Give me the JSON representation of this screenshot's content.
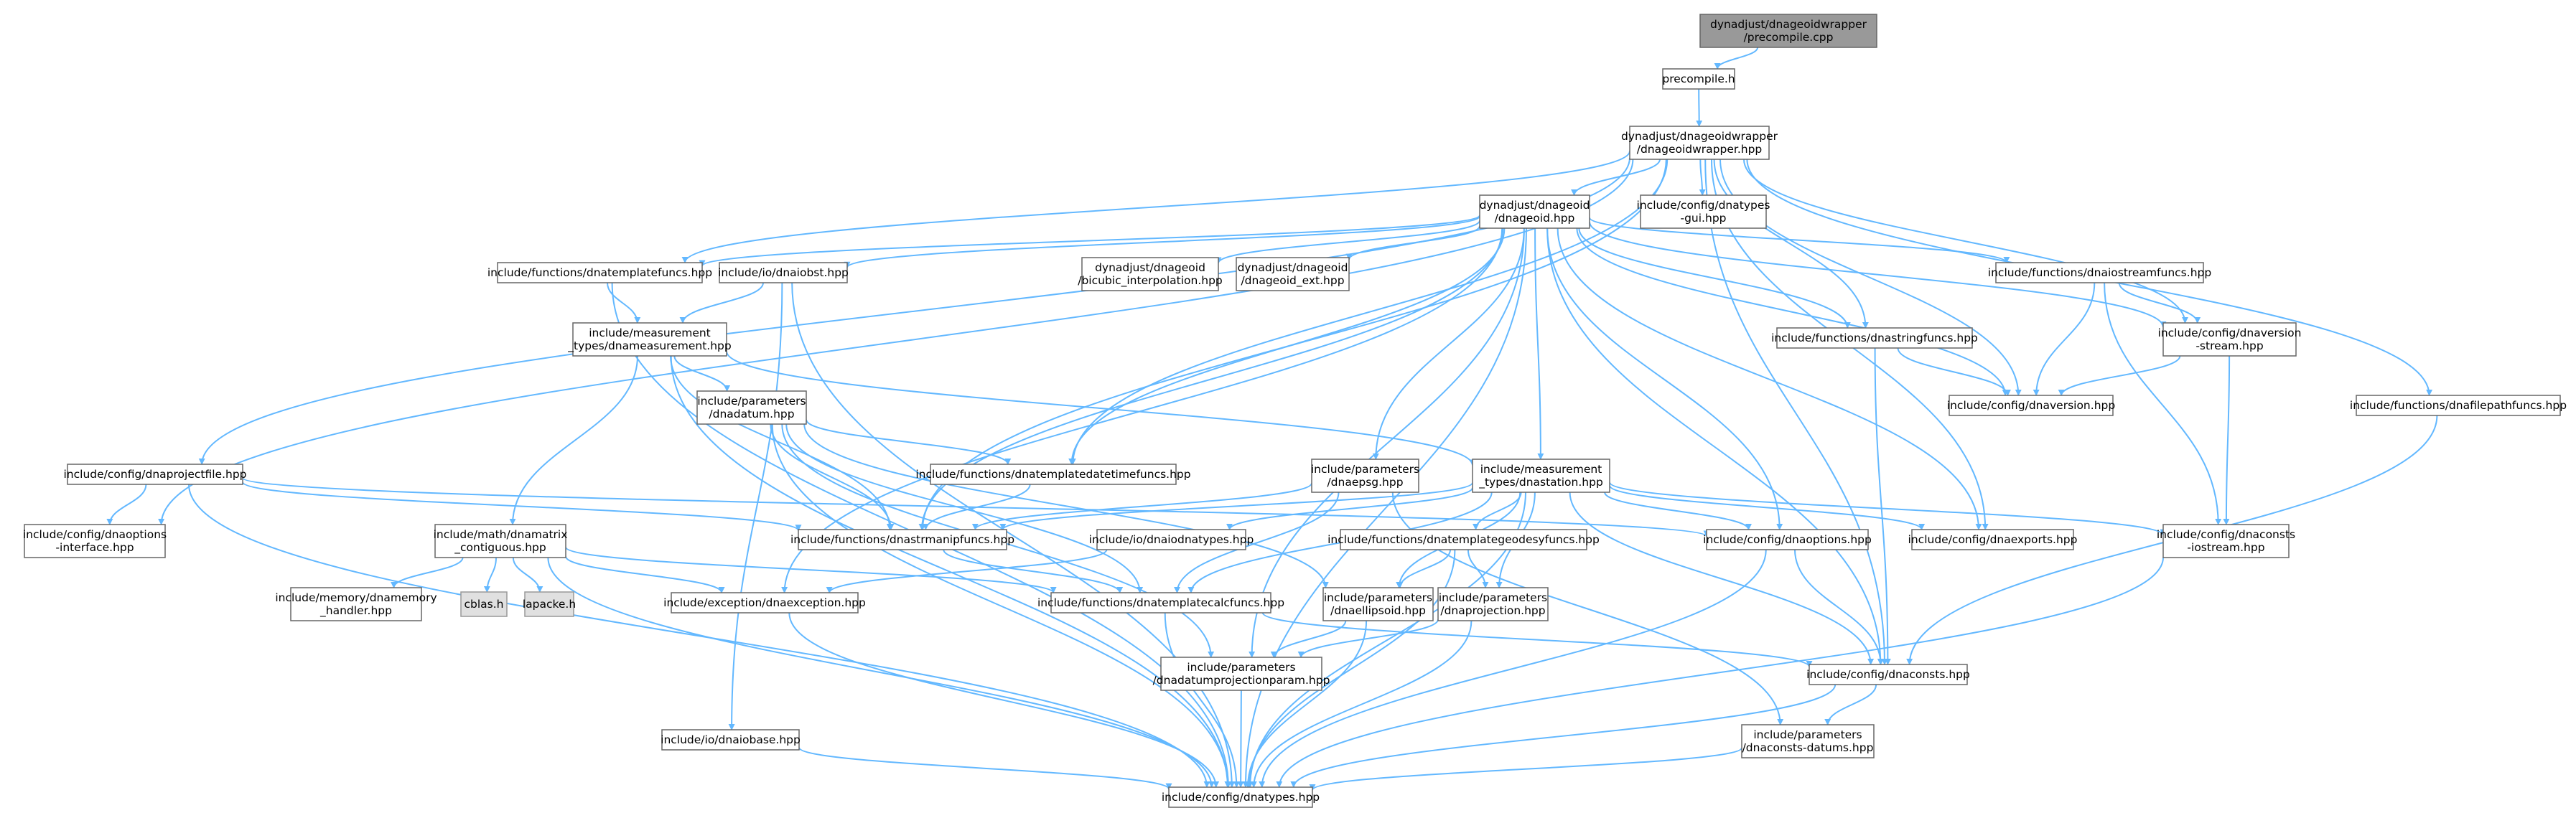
{
  "diagram": {
    "nodes": [
      {
        "id": "root",
        "lines": [
          "dynadjust/dnageoidwrapper",
          "/precompile.cpp"
        ],
        "style": "root"
      },
      {
        "id": "precompile_h",
        "lines": [
          "precompile.h"
        ]
      },
      {
        "id": "wrapper_hpp",
        "lines": [
          "dynadjust/dnageoidwrapper",
          "/dnageoidwrapper.hpp"
        ]
      },
      {
        "id": "dnageoid_hpp",
        "lines": [
          "dynadjust/dnageoid",
          "/dnageoid.hpp"
        ]
      },
      {
        "id": "dnatypes_gui",
        "lines": [
          "include/config/dnatypes",
          "-gui.hpp"
        ]
      },
      {
        "id": "templatefuncs",
        "lines": [
          "include/functions/dnatemplatefuncs.hpp"
        ]
      },
      {
        "id": "dnaiobst",
        "lines": [
          "include/io/dnaiobst.hpp"
        ]
      },
      {
        "id": "bicubic",
        "lines": [
          "dynadjust/dnageoid",
          "/bicubic_interpolation.hpp"
        ]
      },
      {
        "id": "geoid_ext",
        "lines": [
          "dynadjust/dnageoid",
          "/dnageoid_ext.hpp"
        ]
      },
      {
        "id": "iostreamfuncs",
        "lines": [
          "include/functions/dnaiostreamfuncs.hpp"
        ]
      },
      {
        "id": "dnameasurement",
        "lines": [
          "include/measurement",
          "_types/dnameasurement.hpp"
        ]
      },
      {
        "id": "stringfuncs",
        "lines": [
          "include/functions/dnastringfuncs.hpp"
        ]
      },
      {
        "id": "dnaversion_stream",
        "lines": [
          "include/config/dnaversion",
          "-stream.hpp"
        ]
      },
      {
        "id": "dnaversion",
        "lines": [
          "include/config/dnaversion.hpp"
        ]
      },
      {
        "id": "filepathfuncs",
        "lines": [
          "include/functions/dnafilepathfuncs.hpp"
        ]
      },
      {
        "id": "dnadatum",
        "lines": [
          "include/parameters",
          "/dnadatum.hpp"
        ]
      },
      {
        "id": "projectfile",
        "lines": [
          "include/config/dnaprojectfile.hpp"
        ]
      },
      {
        "id": "datetimefuncs",
        "lines": [
          "include/functions/dnatemplatedatetimefuncs.hpp"
        ]
      },
      {
        "id": "dnaepsg",
        "lines": [
          "include/parameters",
          "/dnaepsg.hpp"
        ]
      },
      {
        "id": "dnastation",
        "lines": [
          "include/measurement",
          "_types/dnastation.hpp"
        ]
      },
      {
        "id": "options_iface",
        "lines": [
          "include/config/dnaoptions",
          "-interface.hpp"
        ]
      },
      {
        "id": "dnamatrix",
        "lines": [
          "include/math/dnamatrix",
          "_contiguous.hpp"
        ]
      },
      {
        "id": "strmanip",
        "lines": [
          "include/functions/dnastrmanipfuncs.hpp"
        ]
      },
      {
        "id": "dnaiodnatypes",
        "lines": [
          "include/io/dnaiodnatypes.hpp"
        ]
      },
      {
        "id": "geodesyfuncs",
        "lines": [
          "include/functions/dnatemplategeodesyfuncs.hpp"
        ]
      },
      {
        "id": "dnaoptions",
        "lines": [
          "include/config/dnaoptions.hpp"
        ]
      },
      {
        "id": "dnaexports",
        "lines": [
          "include/config/dnaexports.hpp"
        ]
      },
      {
        "id": "consts_iostream",
        "lines": [
          "include/config/dnaconsts",
          "-iostream.hpp"
        ]
      },
      {
        "id": "dnamemory",
        "lines": [
          "include/memory/dnamemory",
          "_handler.hpp"
        ]
      },
      {
        "id": "cblas",
        "lines": [
          "cblas.h"
        ],
        "style": "sys"
      },
      {
        "id": "lapacke",
        "lines": [
          "lapacke.h"
        ],
        "style": "sys"
      },
      {
        "id": "dnaexception",
        "lines": [
          "include/exception/dnaexception.hpp"
        ]
      },
      {
        "id": "calcfuncs",
        "lines": [
          "include/functions/dnatemplatecalcfuncs.hpp"
        ]
      },
      {
        "id": "ellipsoid",
        "lines": [
          "include/parameters",
          "/dnaellipsoid.hpp"
        ]
      },
      {
        "id": "projection",
        "lines": [
          "include/parameters",
          "/dnaprojection.hpp"
        ]
      },
      {
        "id": "dnaconsts",
        "lines": [
          "include/config/dnaconsts.hpp"
        ]
      },
      {
        "id": "datumproj",
        "lines": [
          "include/parameters",
          "/dnadatumprojectionparam.hpp"
        ]
      },
      {
        "id": "consts_datums",
        "lines": [
          "include/parameters",
          "/dnaconsts-datums.hpp"
        ]
      },
      {
        "id": "dnaiobase",
        "lines": [
          "include/io/dnaiobase.hpp"
        ]
      },
      {
        "id": "dnatypes",
        "lines": [
          "include/config/dnatypes.hpp"
        ]
      }
    ],
    "edges": [
      [
        "root",
        "precompile_h"
      ],
      [
        "precompile_h",
        "wrapper_hpp"
      ],
      [
        "wrapper_hpp",
        "dnageoid_hpp"
      ],
      [
        "wrapper_hpp",
        "dnatypes_gui"
      ],
      [
        "wrapper_hpp",
        "templatefuncs"
      ],
      [
        "wrapper_hpp",
        "stringfuncs"
      ],
      [
        "wrapper_hpp",
        "dnaversion_stream"
      ],
      [
        "wrapper_hpp",
        "dnaversion"
      ],
      [
        "wrapper_hpp",
        "filepathfuncs"
      ],
      [
        "wrapper_hpp",
        "projectfile"
      ],
      [
        "wrapper_hpp",
        "options_iface"
      ],
      [
        "wrapper_hpp",
        "strmanip"
      ],
      [
        "wrapper_hpp",
        "datetimefuncs"
      ],
      [
        "wrapper_hpp",
        "dnaexports"
      ],
      [
        "wrapper_hpp",
        "dnaconsts"
      ],
      [
        "dnageoid_hpp",
        "templatefuncs"
      ],
      [
        "dnageoid_hpp",
        "dnaiobst"
      ],
      [
        "dnageoid_hpp",
        "bicubic"
      ],
      [
        "dnageoid_hpp",
        "geoid_ext"
      ],
      [
        "dnageoid_hpp",
        "iostreamfuncs"
      ],
      [
        "dnageoid_hpp",
        "stringfuncs"
      ],
      [
        "dnageoid_hpp",
        "dnaversion_stream"
      ],
      [
        "dnageoid_hpp",
        "dnaversion"
      ],
      [
        "dnageoid_hpp",
        "datetimefuncs"
      ],
      [
        "dnageoid_hpp",
        "dnaepsg"
      ],
      [
        "dnageoid_hpp",
        "dnastation"
      ],
      [
        "dnageoid_hpp",
        "strmanip"
      ],
      [
        "dnageoid_hpp",
        "dnaoptions"
      ],
      [
        "dnageoid_hpp",
        "dnaexports"
      ],
      [
        "dnageoid_hpp",
        "dnaexception"
      ],
      [
        "dnageoid_hpp",
        "dnaconsts"
      ],
      [
        "dnageoid_hpp",
        "datumproj"
      ],
      [
        "dnageoid_hpp",
        "dnatypes"
      ],
      [
        "templatefuncs",
        "dnameasurement"
      ],
      [
        "templatefuncs",
        "dnatypes"
      ],
      [
        "dnaiobst",
        "dnameasurement"
      ],
      [
        "dnaiobst",
        "dnaiobase"
      ],
      [
        "dnaiobst",
        "dnatypes"
      ],
      [
        "iostreamfuncs",
        "dnaversion_stream"
      ],
      [
        "iostreamfuncs",
        "dnaversion"
      ],
      [
        "iostreamfuncs",
        "consts_iostream"
      ],
      [
        "stringfuncs",
        "dnaversion"
      ],
      [
        "stringfuncs",
        "dnaconsts"
      ],
      [
        "dnaversion_stream",
        "dnaversion"
      ],
      [
        "dnaversion_stream",
        "consts_iostream"
      ],
      [
        "filepathfuncs",
        "dnaconsts"
      ],
      [
        "dnameasurement",
        "dnadatum"
      ],
      [
        "dnameasurement",
        "dnastation"
      ],
      [
        "dnameasurement",
        "dnamatrix"
      ],
      [
        "dnameasurement",
        "strmanip"
      ],
      [
        "dnameasurement",
        "dnatypes"
      ],
      [
        "dnadatum",
        "datetimefuncs"
      ],
      [
        "dnadatum",
        "strmanip"
      ],
      [
        "dnadatum",
        "ellipsoid"
      ],
      [
        "dnadatum",
        "datumproj"
      ],
      [
        "dnadatum",
        "calcfuncs"
      ],
      [
        "dnadatum",
        "dnatypes"
      ],
      [
        "projectfile",
        "options_iface"
      ],
      [
        "projectfile",
        "strmanip"
      ],
      [
        "projectfile",
        "dnaoptions"
      ],
      [
        "projectfile",
        "dnatypes"
      ],
      [
        "datetimefuncs",
        "strmanip"
      ],
      [
        "dnaepsg",
        "strmanip"
      ],
      [
        "dnaepsg",
        "consts_datums"
      ],
      [
        "dnaepsg",
        "calcfuncs"
      ],
      [
        "dnastation",
        "strmanip"
      ],
      [
        "dnastation",
        "dnaiodnatypes"
      ],
      [
        "dnastation",
        "geodesyfuncs"
      ],
      [
        "dnastation",
        "dnaoptions"
      ],
      [
        "dnastation",
        "dnaexports"
      ],
      [
        "dnastation",
        "consts_iostream"
      ],
      [
        "dnastation",
        "calcfuncs"
      ],
      [
        "dnastation",
        "ellipsoid"
      ],
      [
        "dnastation",
        "projection"
      ],
      [
        "dnastation",
        "dnaconsts"
      ],
      [
        "dnastation",
        "dnatypes"
      ],
      [
        "dnamatrix",
        "dnamemory"
      ],
      [
        "dnamatrix",
        "cblas"
      ],
      [
        "dnamatrix",
        "lapacke"
      ],
      [
        "dnamatrix",
        "dnaexception"
      ],
      [
        "dnamatrix",
        "calcfuncs"
      ],
      [
        "dnamatrix",
        "dnatypes"
      ],
      [
        "strmanip",
        "calcfuncs"
      ],
      [
        "dnaiodnatypes",
        "dnaexception"
      ],
      [
        "geodesyfuncs",
        "ellipsoid"
      ],
      [
        "geodesyfuncs",
        "projection"
      ],
      [
        "geodesyfuncs",
        "dnatypes"
      ],
      [
        "dnaoptions",
        "dnaconsts"
      ],
      [
        "dnaoptions",
        "dnatypes"
      ],
      [
        "consts_iostream",
        "dnatypes"
      ],
      [
        "dnaexception",
        "dnatypes"
      ],
      [
        "calcfuncs",
        "dnaconsts"
      ],
      [
        "calcfuncs",
        "dnatypes"
      ],
      [
        "ellipsoid",
        "datumproj"
      ],
      [
        "ellipsoid",
        "dnatypes"
      ],
      [
        "projection",
        "datumproj"
      ],
      [
        "projection",
        "dnatypes"
      ],
      [
        "dnaconsts",
        "consts_datums"
      ],
      [
        "dnaconsts",
        "dnatypes"
      ],
      [
        "datumproj",
        "dnatypes"
      ],
      [
        "consts_datums",
        "dnatypes"
      ],
      [
        "dnaiobase",
        "dnatypes"
      ]
    ]
  }
}
